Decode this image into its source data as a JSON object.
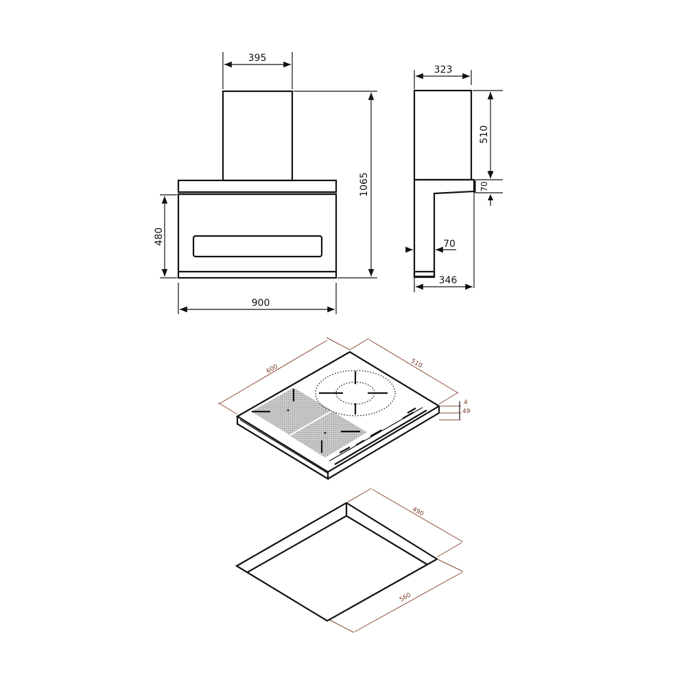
{
  "diagram": {
    "hood_front": {
      "chimney_width": "395",
      "total_height": "1065",
      "body_height": "480",
      "total_width": "900"
    },
    "hood_side": {
      "chimney_depth": "323",
      "chimney_height": "510",
      "canopy_step": "70",
      "panel_depth": "70",
      "total_depth": "346"
    },
    "cooktop": {
      "depth": "600",
      "width": "510",
      "glass_thickness": "4",
      "body_thickness": "49"
    },
    "cutout": {
      "depth": "490",
      "width": "560"
    },
    "colors": {
      "line": "#111111",
      "dimension_red": "#8a4a36",
      "zone_fill": "#bdbdbd"
    }
  }
}
